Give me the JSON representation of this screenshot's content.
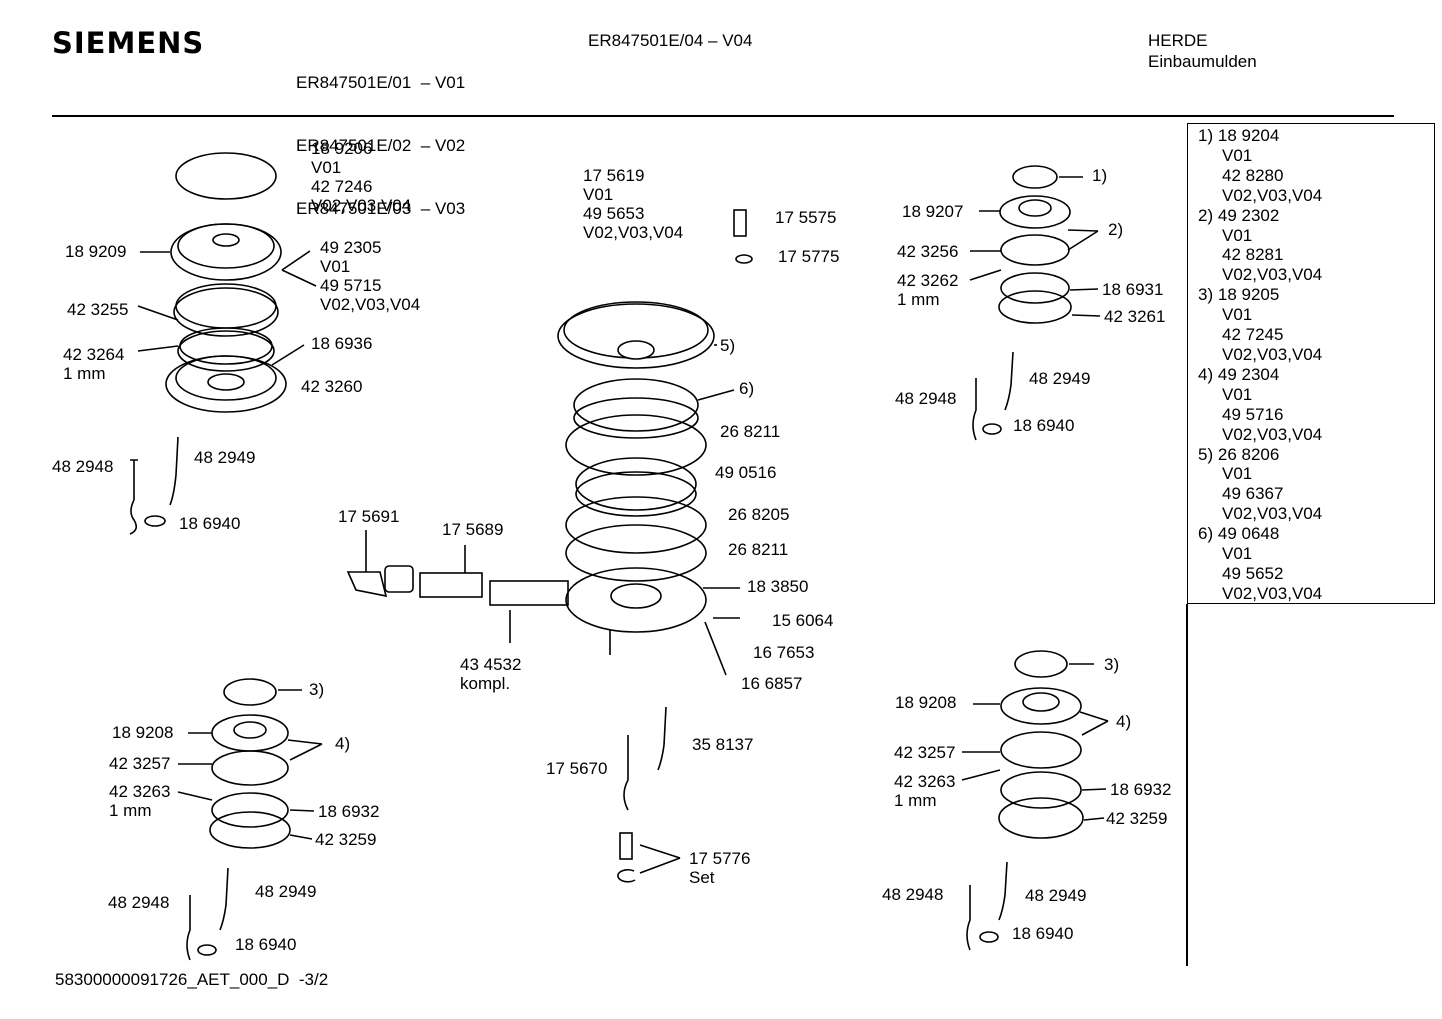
{
  "header": {
    "brand": "SIEMENS",
    "models_col1": [
      "ER847501E/01",
      "ER847501E/02",
      "ER847501E/03"
    ],
    "versions_col1": [
      "– V01",
      "– V02",
      "– V03"
    ],
    "model_col2": "ER847501E/04 – V04",
    "category": "HERDE",
    "subcategory": "Einbaumulden"
  },
  "legend": [
    {
      "num": "1)",
      "lines": [
        "18 9204",
        "V01",
        "42 8280",
        "V02,V03,V04"
      ]
    },
    {
      "num": "2)",
      "lines": [
        "49 2302",
        "V01",
        "42 8281",
        "V02,V03,V04"
      ]
    },
    {
      "num": "3)",
      "lines": [
        "18 9205",
        "V01",
        "42 7245",
        "V02,V03,V04"
      ]
    },
    {
      "num": "4)",
      "lines": [
        "49 2304",
        "V01",
        "49 5716",
        "V02,V03,V04"
      ]
    },
    {
      "num": "5)",
      "lines": [
        "26 8206",
        "V01",
        "49 6367",
        "V02,V03,V04"
      ]
    },
    {
      "num": "6)",
      "lines": [
        "49 0648",
        "V01",
        "49 5652",
        "V02,V03,V04"
      ]
    }
  ],
  "labels": {
    "tl_18_9206": "18 9206\nV01\n42 7246\nV02,V03,V04",
    "tl_18_9209": "18 9209",
    "tl_49_2305": "49 2305\nV01\n49 5715\nV02,V03,V04",
    "tl_42_3255": "42 3255",
    "tl_42_3264": "42 3264\n1 mm",
    "tl_18_6936": "18 6936",
    "tl_42_3260": "42 3260",
    "tl_48_2948": "48 2948",
    "tl_48_2949": "48 2949",
    "tl_18_6940": "18 6940",
    "c_17_5619": "17 5619\nV01\n49 5653\nV02,V03,V04",
    "c_17_5575": "17 5575",
    "c_17_5775": "17 5775",
    "c_5": "5)",
    "c_6": "6)",
    "c_26_8211a": "26 8211",
    "c_49_0516": "49 0516",
    "c_26_8205": "26 8205",
    "c_26_8211b": "26 8211",
    "c_18_3850": "18 3850",
    "c_15_6064": "15 6064",
    "c_16_7653": "16 7653",
    "c_16_6857": "16 6857",
    "c_17_5691": "17 5691",
    "c_17_5689": "17 5689",
    "c_43_4532": "43 4532\nkompl.",
    "c_35_8137": "35 8137",
    "c_17_5670": "17 5670",
    "c_17_5776": "17 5776\nSet",
    "tr_1": "1)",
    "tr_18_9207": "18 9207",
    "tr_2": "2)",
    "tr_42_3256": "42 3256",
    "tr_42_3262": "42 3262\n1 mm",
    "tr_18_6931": "18 6931",
    "tr_42_3261": "42 3261",
    "tr_48_2949": "48 2949",
    "tr_48_2948": "48 2948",
    "tr_18_6940": "18 6940",
    "bl_3": "3)",
    "bl_18_9208": "18 9208",
    "bl_4": "4)",
    "bl_42_3257": "42 3257",
    "bl_42_3263": "42 3263\n1 mm",
    "bl_18_6932": "18 6932",
    "bl_42_3259": "42 3259",
    "bl_48_2948": "48 2948",
    "bl_48_2949": "48 2949",
    "bl_18_6940": "18 6940",
    "br_3": "3)",
    "br_18_9208": "18 9208",
    "br_4": "4)",
    "br_42_3257": "42 3257",
    "br_42_3263": "42 3263\n1 mm",
    "br_18_6932": "18 6932",
    "br_42_3259": "42 3259",
    "br_48_2948": "48 2948",
    "br_48_2949": "48 2949",
    "br_18_6940": "18 6940"
  },
  "footer": {
    "doc_id": "58300000091726_AET_000_D",
    "page": "-3/2"
  }
}
